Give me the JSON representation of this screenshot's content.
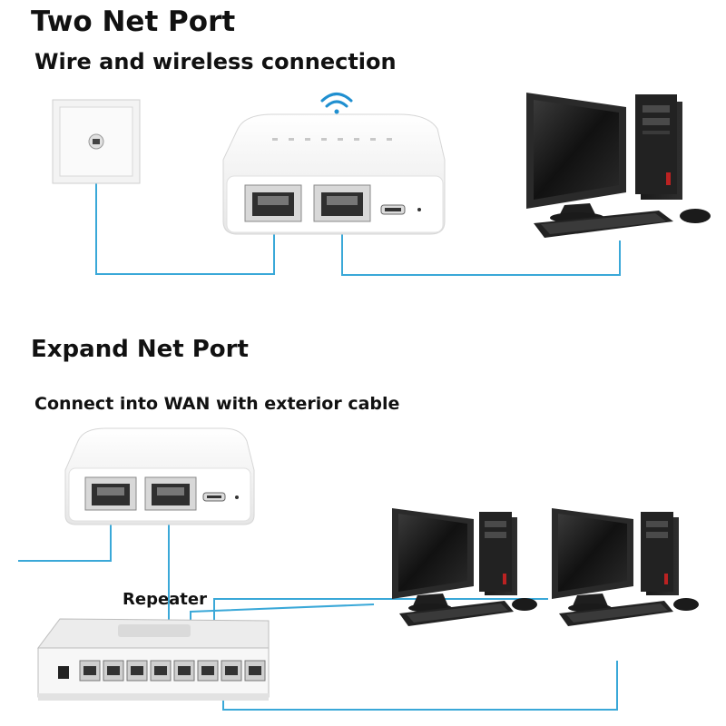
{
  "top_section": {
    "title": "Two Net Port",
    "subtitle": "Wire and wireless connection"
  },
  "bottom_section": {
    "title": "Expand Net Port",
    "subtitle": "Connect into WAN with exterior cable",
    "repeater_label": "Repeater"
  },
  "colors": {
    "cable": "#3aa8d8",
    "wifi": "#1f8fd0",
    "device_white": "#f4f4f4",
    "monitor": "#1a1a1a"
  },
  "icons": [
    "wifi-icon",
    "wall-socket-icon",
    "router-icon",
    "desktop-computer-icon",
    "network-switch-icon"
  ]
}
